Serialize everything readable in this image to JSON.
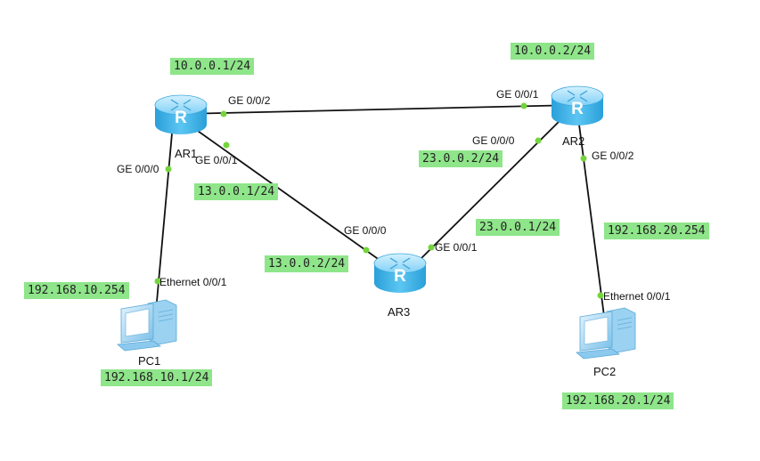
{
  "devices": {
    "ar1": "AR1",
    "ar2": "AR2",
    "ar3": "AR3",
    "pc1": "PC1",
    "pc2": "PC2"
  },
  "router_glyph": "R",
  "addresses": {
    "ar1_ge002": "10.0.0.1/24",
    "ar2_ge001": "10.0.0.2/24",
    "ar1_ge001": "13.0.0.1/24",
    "ar3_ge000": "13.0.0.2/24",
    "ar2_ge000": "23.0.0.2/24",
    "ar3_ge001": "23.0.0.1/24",
    "ar1_ge000": "192.168.10.254",
    "pc1": "192.168.10.1/24",
    "ar2_ge002": "192.168.20.254",
    "pc2": "192.168.20.1/24"
  },
  "ports": {
    "ar1_ge002": "GE 0/0/2",
    "ar1_ge001": "GE 0/0/1",
    "ar1_ge000": "GE 0/0/0",
    "ar2_ge001": "GE 0/0/1",
    "ar2_ge000": "GE 0/0/0",
    "ar2_ge002": "GE 0/0/2",
    "ar3_ge000": "GE 0/0/0",
    "ar3_ge001": "GE 0/0/1",
    "pc1_eth": "Ethernet 0/0/1",
    "pc2_eth": "Ethernet 0/0/1"
  },
  "colors": {
    "label_bg": "#8fe58a",
    "link": "#111111",
    "port_dot": "#74d43c",
    "router_body": "#3fb2e8"
  },
  "icons": [
    "router-icon",
    "pc-icon"
  ]
}
